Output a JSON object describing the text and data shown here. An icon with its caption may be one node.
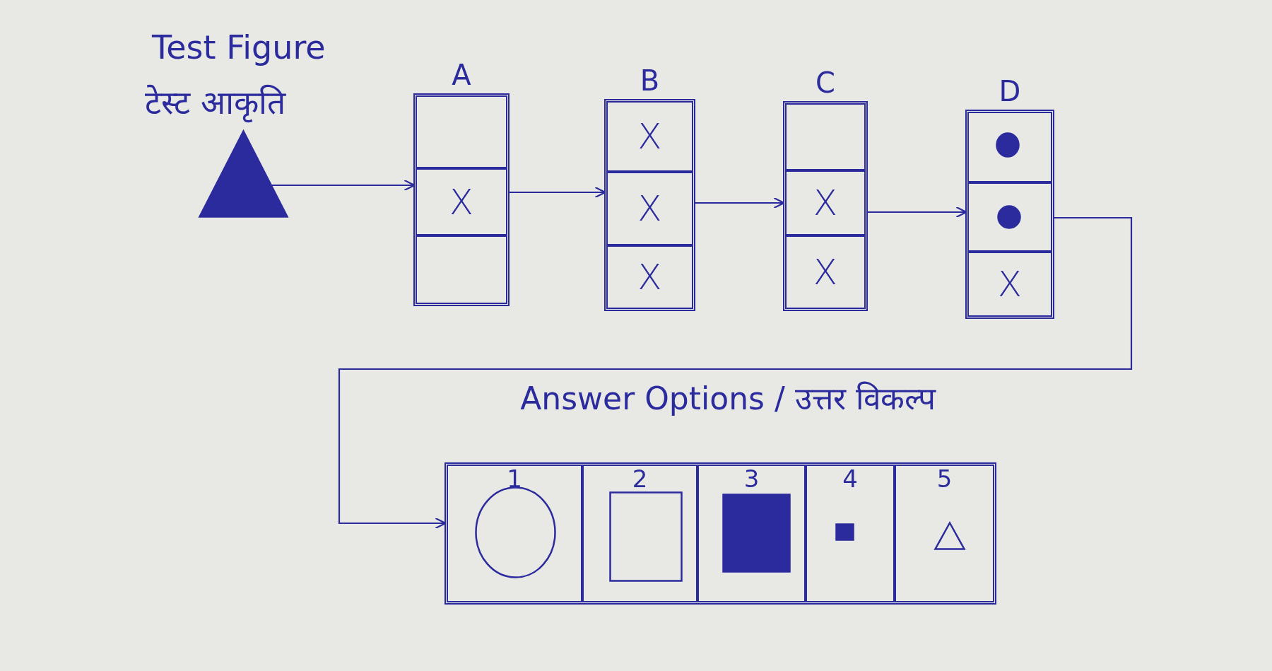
{
  "diagram": {
    "nodes": [
      {
        "text": [],
        "shape": "triangle",
        "beside": [
          "Test Figure",
          "टेस्ट आकृति"
        ]
      },
      {
        "text": [
          "A"
        ]
      },
      {
        "text": [],
        "shape": "box",
        "in": 1
      },
      {
        "text": [
          "X"
        ],
        "in": 1
      },
      {
        "text": [],
        "shape": "box",
        "in": 1
      },
      {
        "text": [
          "B"
        ]
      },
      {
        "text": [
          "X"
        ],
        "in": 5
      },
      {
        "text": [
          "X"
        ],
        "in": 5
      },
      {
        "text": [
          "X"
        ],
        "in": 5
      },
      {
        "text": [
          "C"
        ]
      },
      {
        "text": [],
        "shape": "box",
        "in": 9
      },
      {
        "text": [
          "X"
        ],
        "in": 9
      },
      {
        "text": [
          "X"
        ],
        "in": 9
      },
      {
        "text": [
          "D"
        ]
      },
      {
        "text": [],
        "shape": "box",
        "in": 13
      },
      {
        "text": [],
        "shape": "circle",
        "in": 14
      },
      {
        "text": [],
        "shape": "box",
        "in": 13
      },
      {
        "text": [],
        "shape": "circle",
        "in": 16
      },
      {
        "text": [
          "X"
        ],
        "in": 13
      },
      {
        "text": [
          "Answer Options / उत्तर विकल्प"
        ]
      },
      {
        "text": [
          "1"
        ],
        "in": 19
      },
      {
        "text": [],
        "shape": "circle",
        "in": 20
      },
      {
        "text": [
          "2"
        ],
        "in": 19
      },
      {
        "text": [],
        "shape": "square",
        "in": 22
      },
      {
        "text": [
          "3"
        ],
        "in": 19
      },
      {
        "text": [],
        "shape": "square",
        "in": 24
      },
      {
        "text": [
          "4"
        ],
        "in": 19
      },
      {
        "text": [],
        "shape": "square",
        "in": 26
      },
      {
        "text": [
          "5"
        ],
        "in": 19
      },
      {
        "text": [],
        "shape": "triangle",
        "in": 28
      }
    ],
    "edges": [
      {
        "from": 0,
        "to": 1,
        "arrow": "to"
      },
      {
        "from": 1,
        "to": 5,
        "arrow": "to"
      },
      {
        "from": 5,
        "to": 9,
        "arrow": "to"
      },
      {
        "from": 9,
        "to": 13,
        "arrow": "to"
      },
      {
        "from": 13,
        "to": 19,
        "arrow": "to"
      }
    ]
  }
}
